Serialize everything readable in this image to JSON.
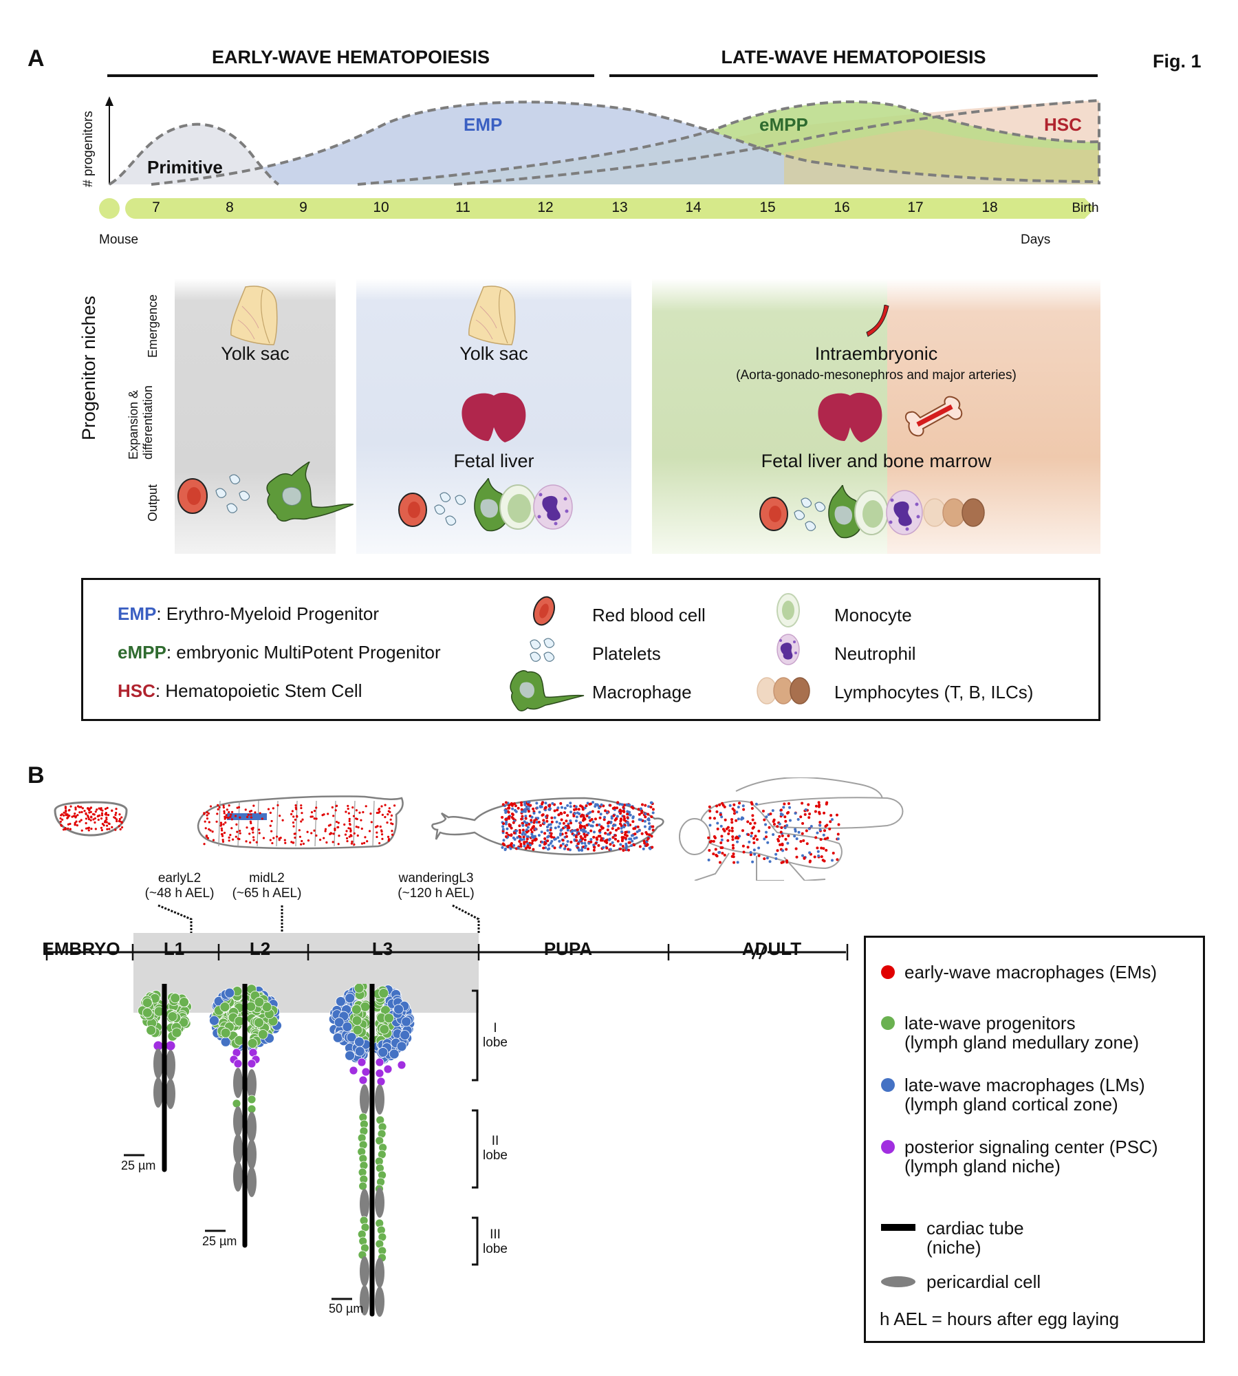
{
  "figure": {
    "fig_label": "Fig. 1",
    "panel_a_letter": "A",
    "panel_b_letter": "B"
  },
  "panel_a": {
    "early_wave_title": "EARLY-WAVE HEMATOPOIESIS",
    "late_wave_title": "LATE-WAVE HEMATOPOIESIS",
    "y_axis_label": "# progenitors",
    "species_label": "Mouse",
    "x_axis_label": "Days",
    "days": [
      "7",
      "8",
      "9",
      "10",
      "11",
      "12",
      "13",
      "14",
      "15",
      "16",
      "17",
      "18",
      "Birth"
    ],
    "waves": [
      {
        "name": "Primitive",
        "color": "#e4e6ec",
        "label_color": "#111111"
      },
      {
        "name": "EMP",
        "color": "#c3cfe8",
        "label_color": "#3a5fc2"
      },
      {
        "name": "eMPP",
        "color": "#b9da86",
        "label_color": "#2f6b2f"
      },
      {
        "name": "HSC",
        "color": "#f3dccd",
        "label_color": "#b0232e"
      }
    ],
    "timeline_color": "#d6e98a",
    "niches": {
      "section_label": "Progenitor niches",
      "row_labels": [
        "Emergence",
        "Expansion & differentiation",
        "Output"
      ],
      "row_label_lines": {
        "expansion_line1": "Expansion &",
        "expansion_line2": "differentiation"
      },
      "columns": [
        {
          "emergence": "Yolk sac",
          "expansion": "",
          "tint": "#d9d9d9"
        },
        {
          "emergence": "Yolk sac",
          "expansion": "Fetal liver",
          "tint": "#dde4f1"
        },
        {
          "emergence": "Intraembryonic",
          "emergence_sub": "(Aorta-gonado-mesonephros and major arteries)",
          "expansion": "Fetal liver and bone marrow",
          "tint_left": "#cfe0b5",
          "tint_right": "#efc9ad"
        }
      ]
    },
    "legend": {
      "abbreviations": [
        {
          "abbr": "EMP",
          "text": ": Erythro-Myeloid Progenitor",
          "color": "#3a5fc2"
        },
        {
          "abbr": "eMPP",
          "text": ": embryonic MultiPotent Progenitor",
          "color": "#2f6b2f"
        },
        {
          "abbr": "HSC",
          "text": ": Hematopoietic Stem Cell",
          "color": "#b0232e"
        }
      ],
      "cells": [
        {
          "icon": "red-blood-cell-icon",
          "label": "Red blood cell"
        },
        {
          "icon": "platelets-icon",
          "label": "Platelets"
        },
        {
          "icon": "macrophage-icon",
          "label": "Macrophage"
        },
        {
          "icon": "monocyte-icon",
          "label": "Monocyte"
        },
        {
          "icon": "neutrophil-icon",
          "label": "Neutrophil"
        },
        {
          "icon": "lymphocytes-icon",
          "label": "Lymphocytes (T, B, ILCs)"
        }
      ]
    }
  },
  "panel_b": {
    "annotations": [
      {
        "line1": "earlyL2",
        "line2": "(~48 h AEL)"
      },
      {
        "line1": "midL2",
        "line2": "(~65 h AEL)"
      },
      {
        "line1": "wanderingL3",
        "line2": "(~120 h AEL)"
      }
    ],
    "stages": [
      "EMBRYO",
      "L1",
      "L2",
      "L3",
      "PUPA",
      "ADULT"
    ],
    "scale_bars": [
      "25 µm",
      "25 µm",
      "50 µm"
    ],
    "lobes": [
      {
        "numeral": "I",
        "word": "lobe"
      },
      {
        "numeral": "II",
        "word": "lobe"
      },
      {
        "numeral": "III",
        "word": "lobe"
      }
    ],
    "legend": {
      "items": [
        {
          "color": "#e00000",
          "shape": "dot",
          "line1": "early-wave macrophages (EMs)",
          "line2": ""
        },
        {
          "color": "#6ab150",
          "shape": "dot",
          "line1": "late-wave progenitors",
          "line2": "(lymph gland medullary zone)"
        },
        {
          "color": "#4472c4",
          "shape": "dot",
          "line1": "late-wave macrophages (LMs)",
          "line2": "(lymph gland cortical zone)"
        },
        {
          "color": "#a12ee0",
          "shape": "dot",
          "line1": "posterior signaling center (PSC)",
          "line2": "(lymph gland niche)"
        },
        {
          "color": "#000000",
          "shape": "bar",
          "line1": "cardiac tube",
          "line2": "(niche)"
        },
        {
          "color": "#808080",
          "shape": "ellipse",
          "line1": "pericardial cell",
          "line2": ""
        }
      ],
      "footnote": "h AEL = hours after egg laying"
    }
  }
}
